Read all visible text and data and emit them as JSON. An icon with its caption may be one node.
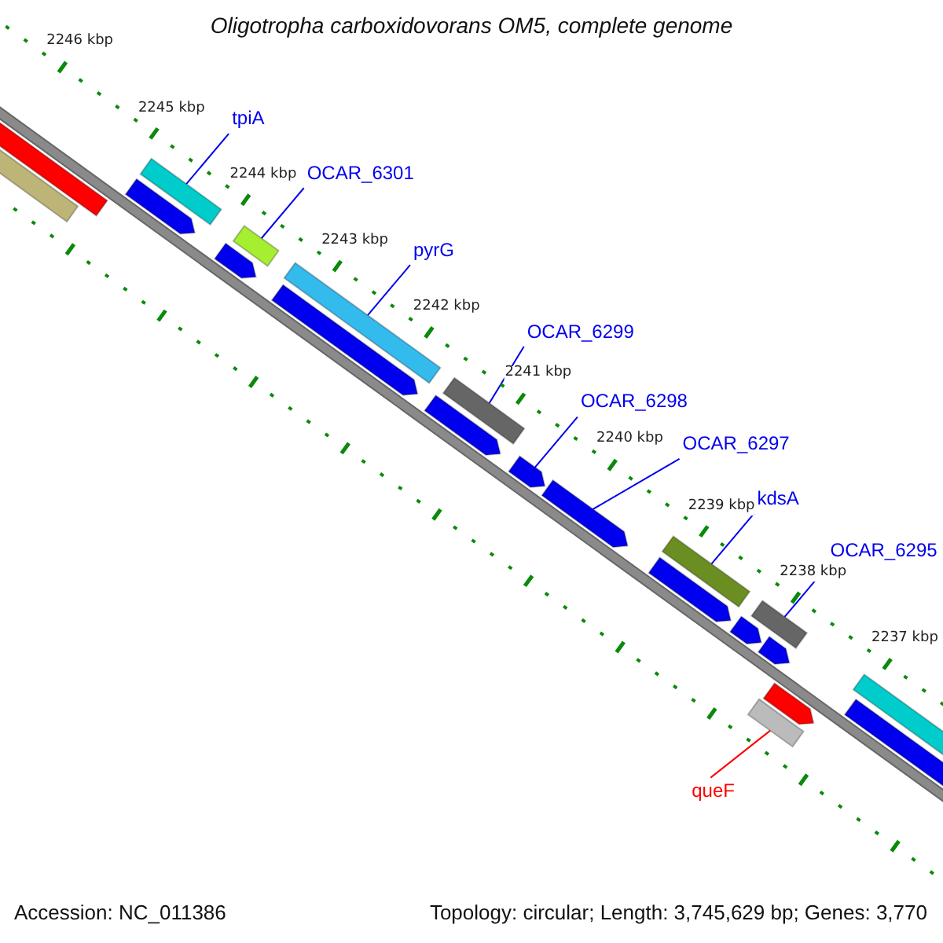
{
  "diagram": {
    "title": "Oligotropha carboxidovorans OM5, complete genome",
    "nodes": [
      {
        "text": [
          "tpiA"
        ]
      },
      {
        "text": [
          "OCAR_6301"
        ]
      },
      {
        "text": [
          "pyrG"
        ]
      },
      {
        "text": [
          "OCAR_6299"
        ]
      },
      {
        "text": [
          "OCAR_6298"
        ]
      },
      {
        "text": [
          "OCAR_6297"
        ]
      },
      {
        "text": [
          "kdsA"
        ]
      },
      {
        "text": [
          "OCAR_6295"
        ]
      },
      {
        "text": [
          "queF"
        ]
      },
      {
        "text": [],
        "shape": "bar"
      },
      {
        "text": [],
        "shape": "bar"
      },
      {
        "text": [],
        "shape": "bar"
      },
      {
        "text": [],
        "shape": "bar"
      },
      {
        "text": [],
        "shape": "bar"
      },
      {
        "text": [],
        "shape": "bar"
      },
      {
        "text": [],
        "shape": "bar"
      },
      {
        "text": [],
        "shape": "bar"
      },
      {
        "text": [],
        "shape": "bar"
      }
    ],
    "edges": [
      {
        "from": 0,
        "to": 9,
        "arrow": "none"
      },
      {
        "from": 1,
        "to": 10,
        "arrow": "none"
      },
      {
        "from": 2,
        "to": 11,
        "arrow": "none"
      },
      {
        "from": 3,
        "to": 12,
        "arrow": "none"
      },
      {
        "from": 4,
        "to": 13,
        "arrow": "none"
      },
      {
        "from": 5,
        "to": 14,
        "arrow": "none"
      },
      {
        "from": 6,
        "to": 15,
        "arrow": "none"
      },
      {
        "from": 7,
        "to": 16,
        "arrow": "none"
      },
      {
        "from": 8,
        "to": 17,
        "arrow": "none",
        "color": "#ff0000"
      }
    ],
    "labels": [
      "2246 kbp",
      "2245 kbp",
      "2244 kbp",
      "2243 kbp",
      "2242 kbp",
      "2241 kbp",
      "2240 kbp",
      "2239 kbp",
      "2238 kbp",
      "2237 kbp",
      "Accession: NC_011386",
      "Topology: circular; Length: 3,745,629 bp; Genes: 3,770"
    ]
  }
}
